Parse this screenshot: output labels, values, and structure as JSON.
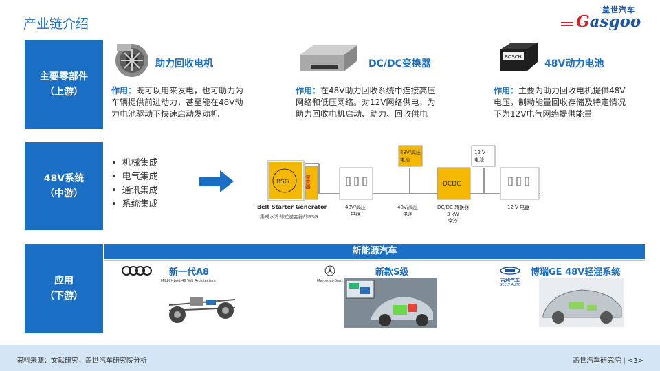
{
  "page": {
    "title": "产业链介绍"
  },
  "logo": {
    "cn": "盖世汽车",
    "en_prefix": "G",
    "en_rest": "asgoo"
  },
  "sections": {
    "upstream": {
      "line1": "主要零部件",
      "line2": "（上游）"
    },
    "midstream": {
      "line1": "48V系统",
      "line2": "（中游）"
    },
    "downstream": {
      "line1": "应用",
      "line2": "（下游）"
    }
  },
  "components": [
    {
      "icon": "motor-icon",
      "name": "助力回收电机",
      "label": "作用：",
      "lines": [
        "既可以用来发电，也可助力为",
        "车辆提供前进动力，甚至能在48V动",
        "力电池驱动下快速启动发动机"
      ]
    },
    {
      "icon": "converter-icon",
      "name": "DC/DC变换器",
      "label": "作用：",
      "lines": [
        "在48V助力回收系统中连接高压",
        "网络和低压网络。对12V网络供电，为",
        "助力回收电机启动、助力、回收供电"
      ]
    },
    {
      "icon": "battery-icon",
      "name": "48V动力电池",
      "label": "作用：",
      "lines": [
        "主要为助力回收电机提供48V",
        "电压，制动能量回收存储及特定情况",
        "下为12V电气网络提供能量"
      ]
    }
  ],
  "midstream_items": [
    "机械集成",
    "电气集成",
    "通讯集成",
    "系统集成"
  ],
  "diagram": {
    "bsg": "BSG",
    "inverter": "逆变器",
    "bsg_label": "Belt Starter Generator",
    "bsg_sub": "集成水冷却式逆变器的BSG",
    "hv_load": "48V/高压",
    "hv_load2": "电器",
    "hv_battery_top": "48V/高压",
    "hv_battery_top2": "电池",
    "hv_battery": "48V/高压",
    "hv_battery2": "电池",
    "dcdc": "DCDC",
    "dcdc_label": "DC/DC 转换器",
    "dcdc_power": "3 kW",
    "dcdc_cooling": "空冷",
    "lv_battery_top": "12 V",
    "lv_battery_top2": "电池",
    "lv_load": "12 V 电器"
  },
  "nev_bar": "新能源汽车",
  "applications": [
    {
      "brand": "audi-logo",
      "name": "新一代A8",
      "caption": "Mild-Hybrid 48 Volt Architecture"
    },
    {
      "brand": "mercedes-logo",
      "name": "新款S级",
      "brand_text": "Mercedes-Benz"
    },
    {
      "brand": "geely-logo",
      "name": "博瑞GE 48V轻混系统",
      "brand_text": "吉利汽车",
      "brand_text_en": "GEELY AUTO"
    }
  ],
  "footer": {
    "source": "资料来源：文献研究，盖世汽车研究院分析",
    "org": "盖世汽车研究院",
    "page": "<3>"
  }
}
